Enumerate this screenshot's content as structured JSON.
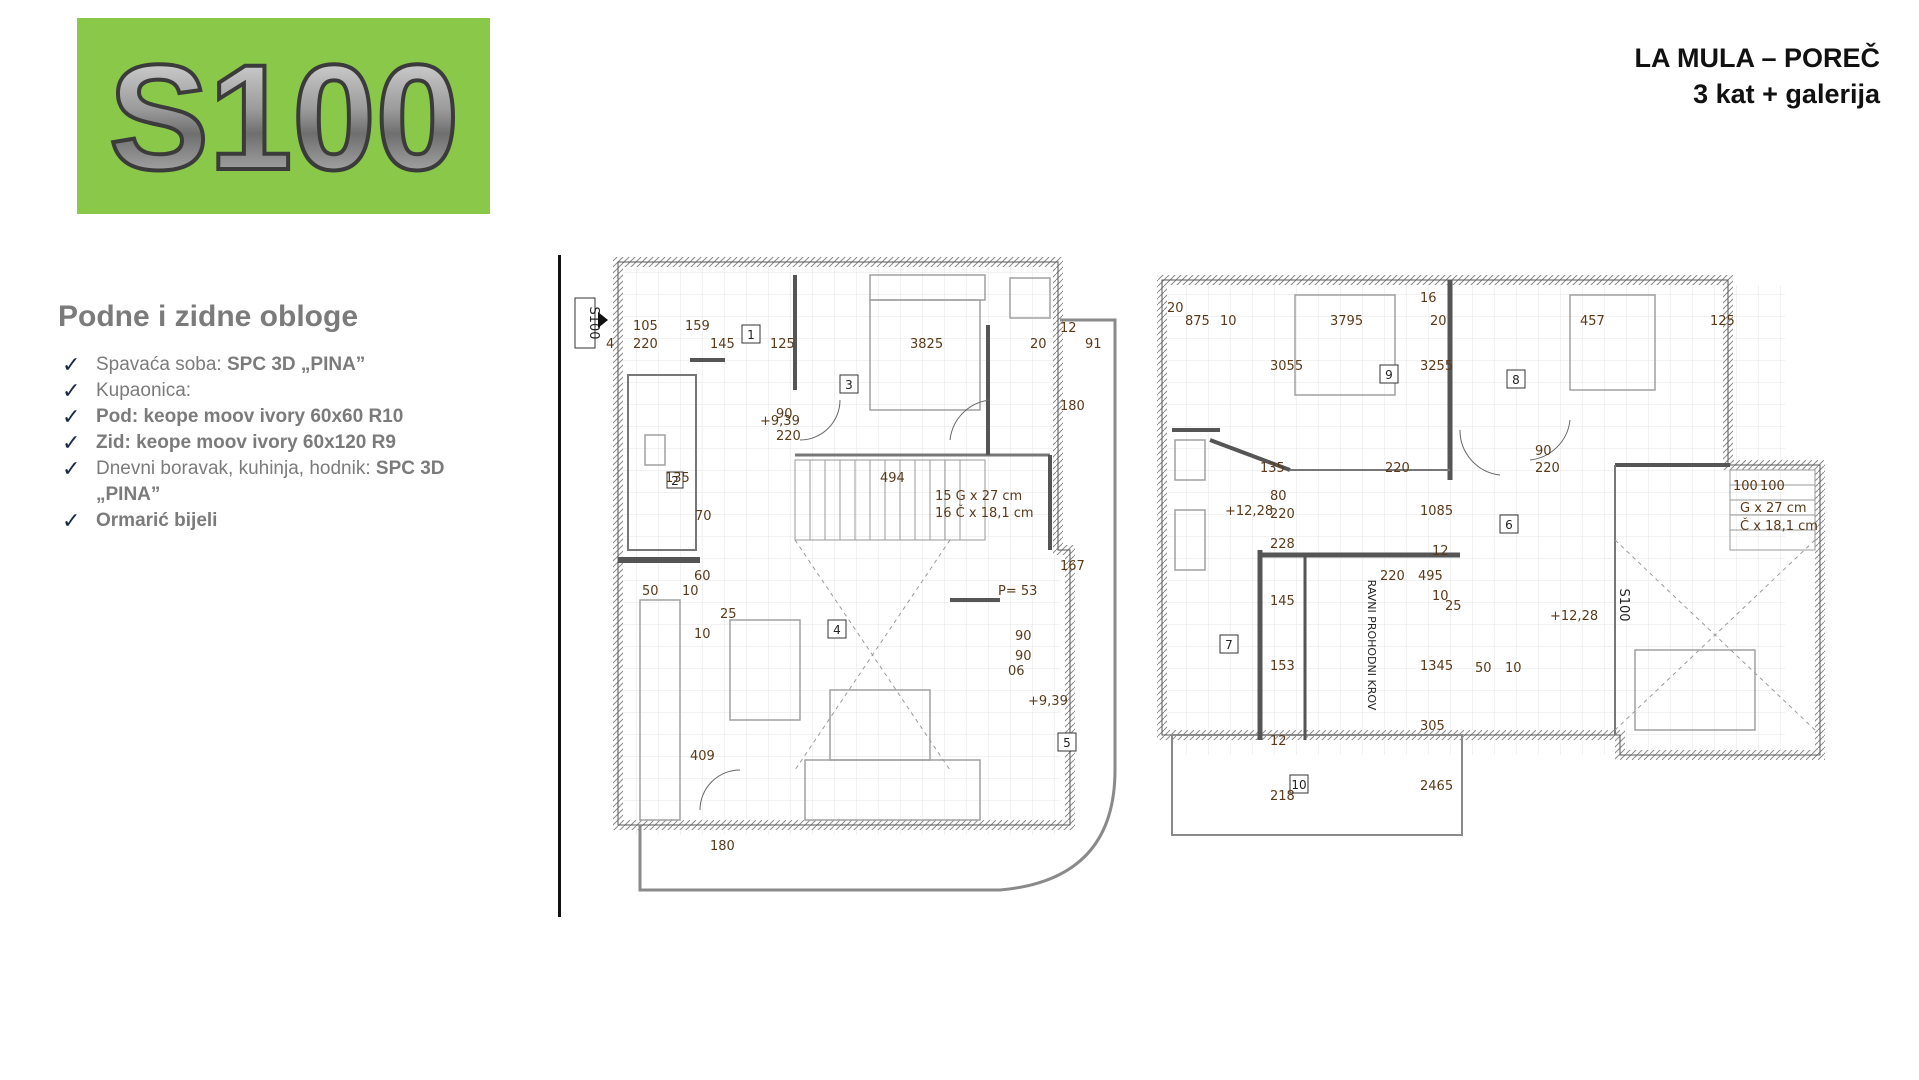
{
  "badge": {
    "code": "S100",
    "bg_color": "#8ac84a"
  },
  "project": {
    "line1": "LA MULA – POREČ",
    "line2": "3 kat + galerija"
  },
  "finishes": {
    "heading": "Podne i zidne obloge",
    "items": [
      {
        "label": "Spavaća soba: ",
        "value": "SPC 3D „PINA”"
      },
      {
        "label": "Kupaonica:",
        "value": ""
      },
      {
        "label": "",
        "value": "Pod: keope moov ivory 60x60 R10"
      },
      {
        "label": "",
        "value": "Zid: keope moov ivory 60x120 R9"
      },
      {
        "label": "Dnevni boravak, kuhinja, hodnik: ",
        "value": "SPC 3D „PINA”"
      },
      {
        "label": "",
        "value": "Ormarić bijeli"
      }
    ]
  },
  "floor_plan_lower": {
    "unit_mark": "S100",
    "rooms": [
      "1",
      "2",
      "3",
      "4",
      "5"
    ],
    "dimensions": [
      "105",
      "220",
      "159",
      "145",
      "125",
      "3825",
      "20",
      "12",
      "91",
      "4",
      "135",
      "90",
      "220",
      "180",
      "494",
      "15 G x 27 cm",
      "16 Č x 18,1 cm",
      "167",
      "90",
      "P= 53",
      "50",
      "10",
      "60",
      "10",
      "25",
      "70",
      "409",
      "180",
      "90",
      "06"
    ],
    "levels": [
      "+9,39",
      "+9,39"
    ]
  },
  "floor_plan_upper": {
    "unit_mark": "S100",
    "rooms": [
      "6",
      "7",
      "8",
      "9",
      "10"
    ],
    "dimensions": [
      "20",
      "875",
      "10",
      "3795",
      "20",
      "457",
      "125",
      "16",
      "3055",
      "3255",
      "90",
      "220",
      "135",
      "80",
      "220",
      "228",
      "220",
      "220",
      "1085",
      "12",
      "495",
      "10",
      "25",
      "145",
      "153",
      "1345",
      "50",
      "10",
      "305",
      "12",
      "218",
      "2465",
      "100",
      "100",
      "G x 27 cm",
      "Č x 18,1 cm"
    ],
    "levels": [
      "+12,28",
      "+12,28"
    ],
    "roof_note": "RAVNI PROHODNI KROV"
  }
}
